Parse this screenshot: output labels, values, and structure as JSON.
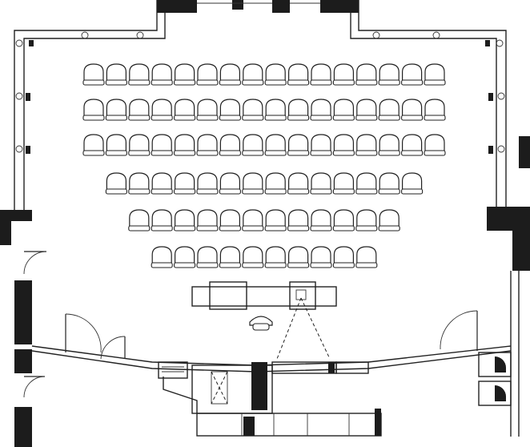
{
  "plan": {
    "background": "#ffffff",
    "ink": "#1c1c1c"
  },
  "seating": {
    "rows": [
      {
        "row": 1,
        "seats": 16
      },
      {
        "row": 2,
        "seats": 16
      },
      {
        "row": 3,
        "seats": 16
      },
      {
        "row": 4,
        "seats": 14
      },
      {
        "row": 5,
        "seats": 12
      },
      {
        "row": 6,
        "seats": 10
      }
    ]
  }
}
